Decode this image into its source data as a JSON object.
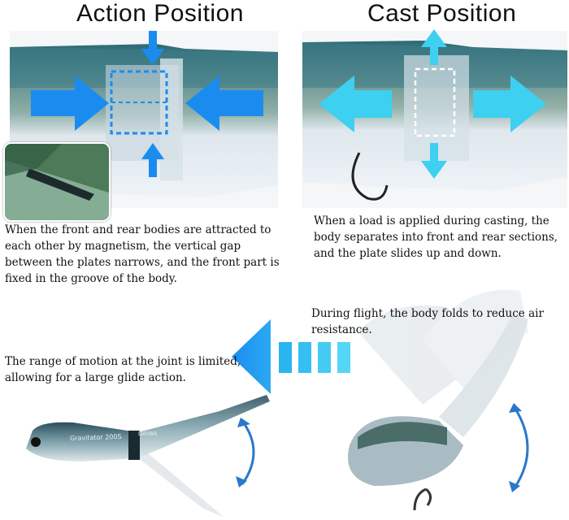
{
  "headings": {
    "action": "Action Position",
    "cast": "Cast Position"
  },
  "captions": {
    "action": "When the front and rear bodies are attracted to each other by magnetism, the vertical gap between the plates narrows, and the front part is fixed in the groove of the body.",
    "cast": "When a load is applied during casting, the body separates into front and rear sections, and the plate slides up and down.",
    "flight": "During flight, the body folds to reduce air resistance.",
    "glide": "The range of motion at the joint is limited, allowing for a large glide action."
  },
  "lure_labels": {
    "model": "Gravitator 200S",
    "brand": "DAIWA"
  },
  "colors": {
    "action_arrow": "#1a8cf0",
    "cast_arrow": "#3dd0f0",
    "motion_arrow": "#2a78c8"
  }
}
